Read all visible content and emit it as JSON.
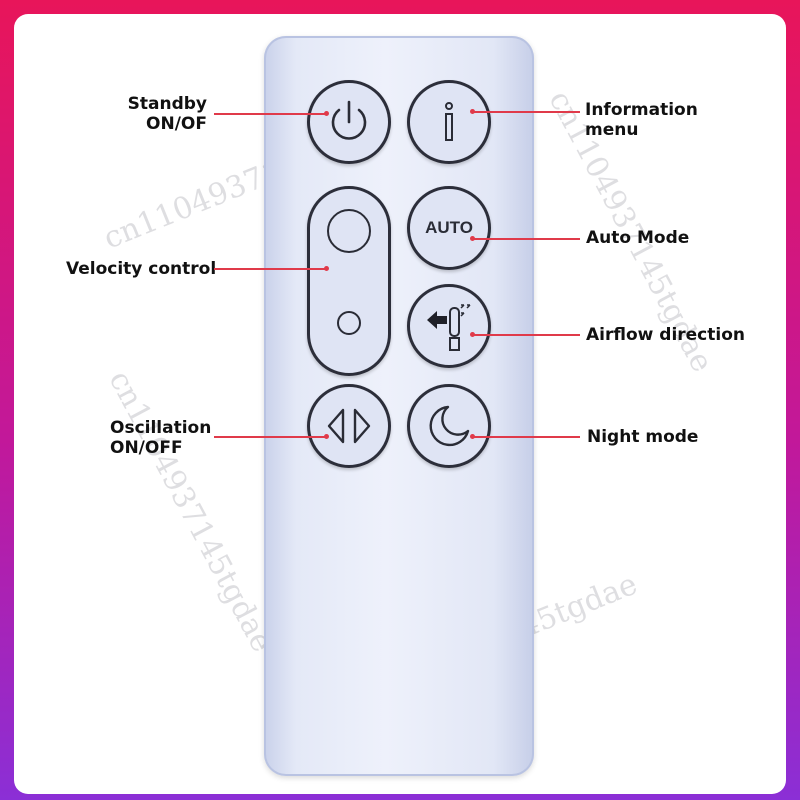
{
  "labels": {
    "standby": "Standby\nON/OF",
    "information": "Information\nmenu",
    "velocity": "Velocity control",
    "auto_mode": "Auto Mode",
    "airflow": "Airflow direction",
    "oscillation": "Oscillation\nON/OFF",
    "night_mode": "Night mode"
  },
  "buttons": {
    "auto_label": "AUTO"
  },
  "watermark": "cn1104937145tgdae",
  "colors": {
    "frame_top": "#e8155a",
    "frame_bottom": "#8b2fd6",
    "callout": "#e03a4a",
    "remote_body": "#e4e9f7"
  }
}
